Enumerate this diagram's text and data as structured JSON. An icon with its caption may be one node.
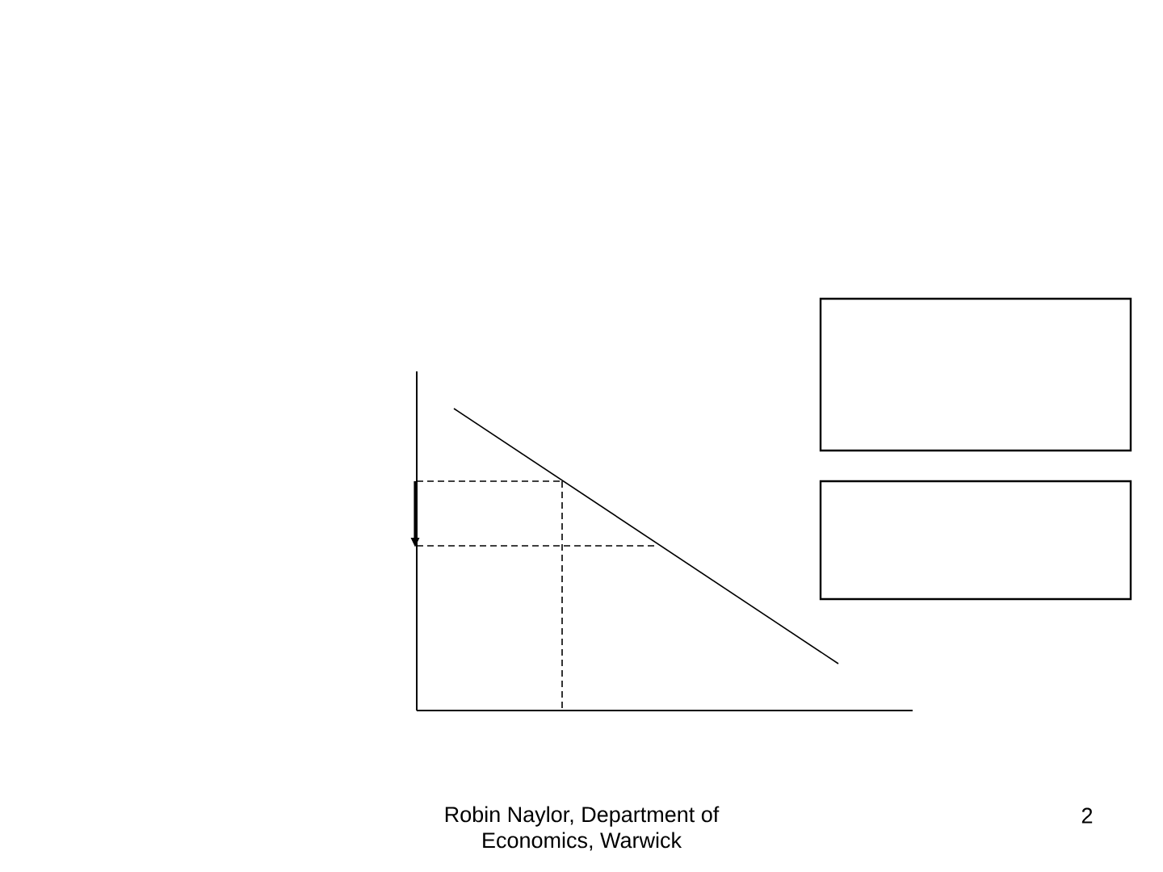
{
  "diagram": {
    "nodes": [
      {
        "text": [],
        "shape": "box"
      },
      {
        "text": [],
        "shape": "box"
      }
    ],
    "labels": [
      "Robin Naylor, Department of Economics, Warwick",
      "2"
    ]
  }
}
